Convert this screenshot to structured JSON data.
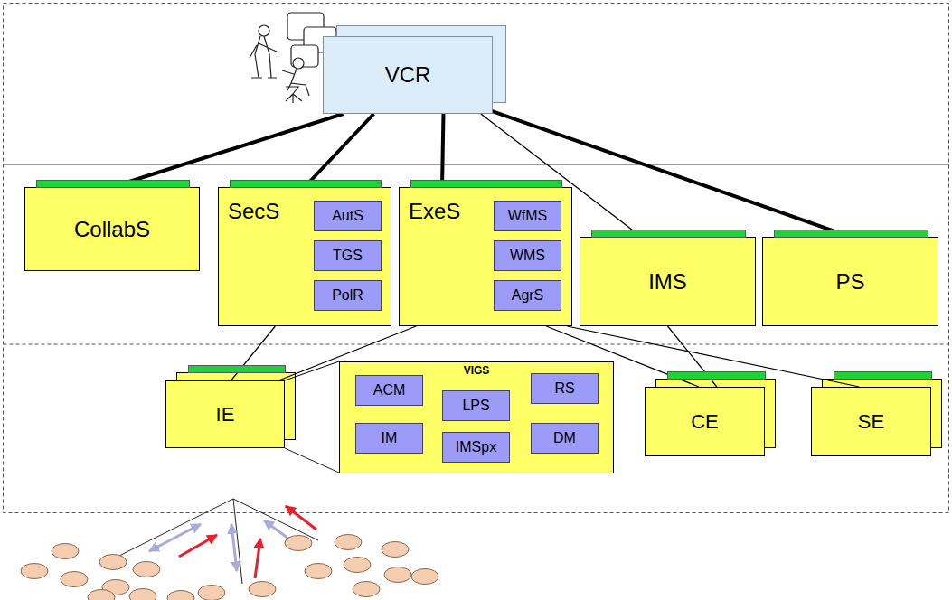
{
  "diagram": {
    "nodes": [
      {
        "text": [
          "VCR"
        ]
      },
      {
        "text": [
          "CollabS"
        ]
      },
      {
        "text": [
          "SecS"
        ]
      },
      {
        "text": [
          "AutS"
        ],
        "in": 2
      },
      {
        "text": [
          "TGS"
        ],
        "in": 2
      },
      {
        "text": [
          "PolR"
        ],
        "in": 2
      },
      {
        "text": [
          "ExeS"
        ]
      },
      {
        "text": [
          "WfMS"
        ],
        "in": 6
      },
      {
        "text": [
          "WMS"
        ],
        "in": 6
      },
      {
        "text": [
          "AgrS"
        ],
        "in": 6
      },
      {
        "text": [
          "IMS"
        ]
      },
      {
        "text": [
          "PS"
        ]
      },
      {
        "text": [
          "IE"
        ]
      },
      {
        "text": [
          "VIGS"
        ]
      },
      {
        "text": [
          "ACM"
        ],
        "in": 13
      },
      {
        "text": [
          "LPS"
        ],
        "in": 13
      },
      {
        "text": [
          "RS"
        ],
        "in": 13
      },
      {
        "text": [
          "IM"
        ],
        "in": 13
      },
      {
        "text": [
          "IMSpx"
        ],
        "in": 13
      },
      {
        "text": [
          "DM"
        ],
        "in": 13
      },
      {
        "text": [
          "CE"
        ]
      },
      {
        "text": [
          "SE"
        ]
      }
    ],
    "edges": [
      {
        "from": 0,
        "to": 1,
        "arrow": "none"
      },
      {
        "from": 0,
        "to": 2,
        "arrow": "none"
      },
      {
        "from": 0,
        "to": 6,
        "arrow": "none"
      },
      {
        "from": 0,
        "to": 10,
        "arrow": "none"
      },
      {
        "from": 0,
        "to": 11,
        "arrow": "none"
      },
      {
        "from": 2,
        "to": 12,
        "arrow": "none"
      },
      {
        "from": 6,
        "to": 12,
        "arrow": "none"
      },
      {
        "from": 6,
        "to": 20,
        "arrow": "none"
      },
      {
        "from": 6,
        "to": 21,
        "arrow": "none"
      },
      {
        "from": 10,
        "to": 20,
        "arrow": "none"
      },
      {
        "from": 12,
        "to": 13,
        "arrow": "none"
      }
    ]
  }
}
